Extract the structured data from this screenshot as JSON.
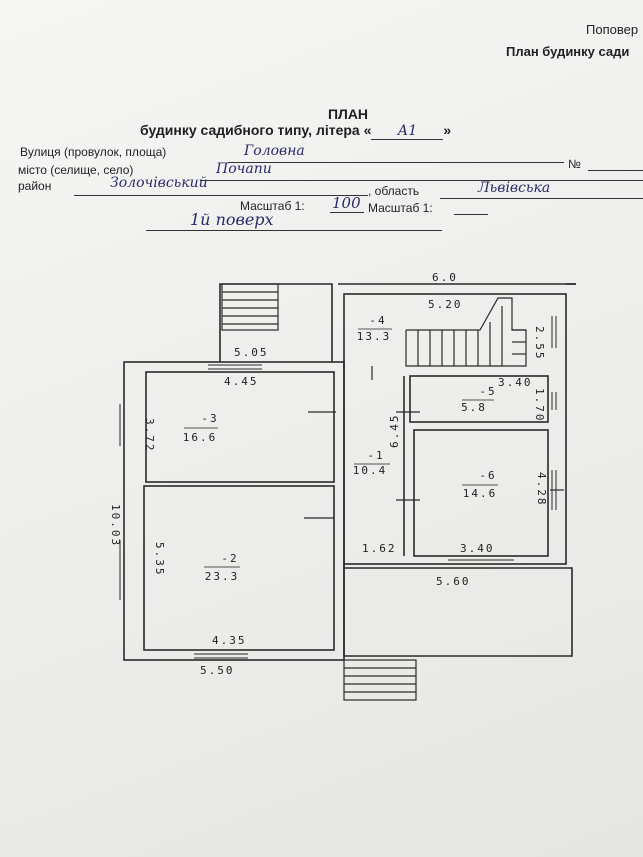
{
  "header": {
    "corner_line1": "Поповер",
    "corner_line2": "План будинку сади"
  },
  "title": {
    "line1": "ПЛАН",
    "line2_prefix": "будинку садибного типу, літера «",
    "line2_suffix": "»",
    "litera_value": "А1"
  },
  "form": {
    "street_label": "Вулиця (провулок, площа)",
    "street_value": "Головна",
    "number_label": "№",
    "city_label": "місто (селище, село)",
    "city_value": "Почапи",
    "district_label": "район",
    "district_value": "Золочівський",
    "region_label": ", область",
    "region_value": "Львівська",
    "scale_label_1": "Масштаб 1:",
    "scale_value": "100",
    "scale_label_2": "Масштаб 1:",
    "floor_value": "1й поверх"
  },
  "plan": {
    "dims": {
      "top_total": "6.0",
      "top_inner": "5.20",
      "stair_right": "2.55",
      "left_outer": "5.05",
      "room3_width": "4.45",
      "room3_height": "3.72",
      "total_height": "10.03",
      "room2_height": "5.35",
      "room2_width": "4.35",
      "bottom_left": "5.50",
      "corridor_length": "6.45",
      "room5_width": "3.40",
      "room5_height": "1.70",
      "room6_height": "4.28",
      "room6_width": "3.40",
      "small_width": "1.62",
      "bottom_right": "5.60"
    },
    "rooms": [
      {
        "num": "-4",
        "area": "13.3"
      },
      {
        "num": "-3",
        "area": "16.6"
      },
      {
        "num": "-5",
        "area": "5.8"
      },
      {
        "num": "-1",
        "area": "10.4"
      },
      {
        "num": "-6",
        "area": "14.6"
      },
      {
        "num": "-2",
        "area": "23.3"
      }
    ]
  }
}
